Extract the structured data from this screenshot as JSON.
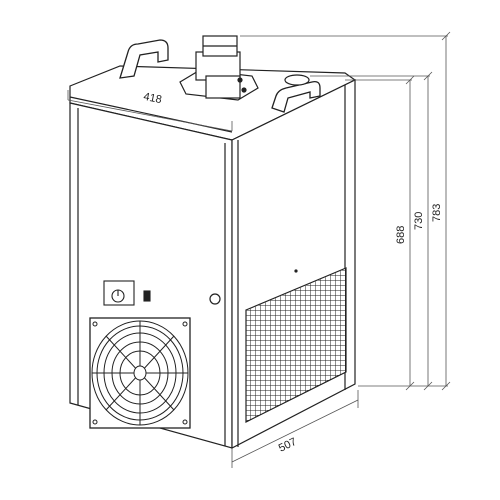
{
  "dimensions": {
    "width_top": "418",
    "depth_bottom": "507",
    "height_body": "688",
    "height_with_handles": "730",
    "height_total": "783"
  },
  "colors": {
    "line": "#222222",
    "fill": "#ffffff",
    "leader": "#555555"
  },
  "icons": [
    "fan-icon",
    "thermostat-knob-icon",
    "power-switch-icon",
    "door-lock-icon",
    "handle-icon",
    "pump-icon"
  ]
}
